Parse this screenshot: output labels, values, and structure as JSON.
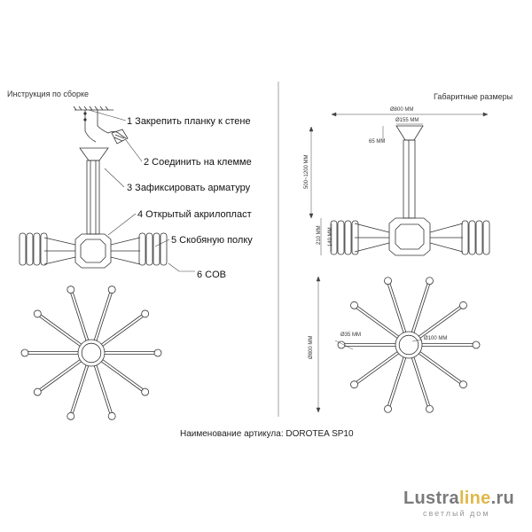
{
  "left_panel": {
    "header": "Инструкция по сборке",
    "steps": [
      "1 Закрепить планку к стене",
      "2 Соединить на клемме",
      "3 Зафиксировать арматуру",
      "4 Открытый акрилопласт",
      "5 Скобяную полку",
      "6 COB"
    ]
  },
  "right_panel": {
    "header": "Габаритные размеры",
    "dimensions": {
      "width": "Ø800 MM",
      "canopy": "Ø155 MM",
      "canopy_height": "65 MM",
      "height_range": "500~1200 MM",
      "body_height": "210 MM",
      "inner_height": "140 MM",
      "plan_diameter": "Ø800 MM",
      "bulb": "Ø35 MM",
      "hub": "Ø100 MM"
    }
  },
  "article": "Наименование артикула: DOROTEA SP10",
  "logo": {
    "part1": "Lustra",
    "part2": "line",
    "part3": ".ru",
    "tagline": "светлый дом"
  },
  "colors": {
    "line": "#333333",
    "logo_gray": "#7a7a7a",
    "logo_gold": "#e0b84a"
  }
}
